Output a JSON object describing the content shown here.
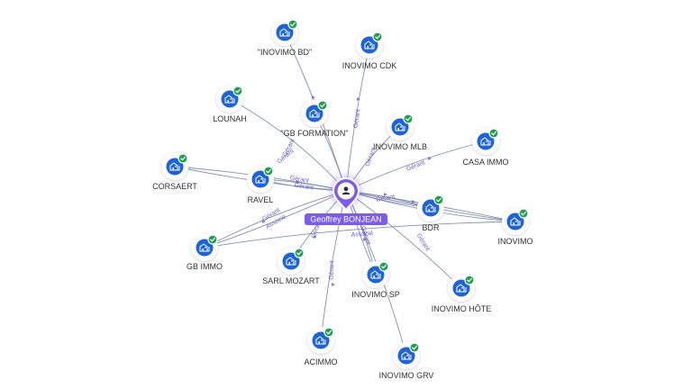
{
  "colors": {
    "edge": "#6e7fa6",
    "accent": "#7c5cf0",
    "node_blue": "#1f63d8",
    "check_green": "#1e9e52",
    "label": "#333333",
    "edge_label": "#6b5fd0"
  },
  "center": {
    "label": "Geoffrey BONJEAN",
    "icon": "person-icon"
  },
  "nodes": [
    {
      "id": "inovimo-bd",
      "label": "\"INOVIMO BD\""
    },
    {
      "id": "inovimo-cdk",
      "label": "INOVIMO CDK"
    },
    {
      "id": "lounah",
      "label": "LOUNAH"
    },
    {
      "id": "gb-formation",
      "label": "\"GB FORMATION\""
    },
    {
      "id": "inovimo-mlb",
      "label": "INOVIMO MLB"
    },
    {
      "id": "casa-immo",
      "label": "CASA IMMO"
    },
    {
      "id": "corsaert",
      "label": "CORSAERT"
    },
    {
      "id": "ravel",
      "label": "RAVEL"
    },
    {
      "id": "bdr",
      "label": "BDR"
    },
    {
      "id": "inovimo",
      "label": "INOVIMO"
    },
    {
      "id": "gb-immo",
      "label": "GB IMMO"
    },
    {
      "id": "sarl-mozart",
      "label": "SARL MOZART"
    },
    {
      "id": "inovimo-sp",
      "label": "INOVIMO SP"
    },
    {
      "id": "inovimo-hote",
      "label": "INOVIMO HÔTE"
    },
    {
      "id": "acimmo",
      "label": "ACIMMO"
    },
    {
      "id": "inovimo-grv",
      "label": "INOVIMO GRV"
    }
  ],
  "edge_labels": [
    {
      "id": "e-gb-formation",
      "text": "Gérant"
    },
    {
      "id": "e-inovimo-cdk",
      "text": "Gérant"
    },
    {
      "id": "e-lounah",
      "text": "Gérant"
    },
    {
      "id": "e-inovimo-mlb",
      "text": "Gérant"
    },
    {
      "id": "e-casa-immo",
      "text": "Gérant"
    },
    {
      "id": "e-corsaert",
      "text": "Gérant"
    },
    {
      "id": "e-ravel",
      "text": "Gérant"
    },
    {
      "id": "e-bdr",
      "text": "Gérant"
    },
    {
      "id": "e-gb-immo-1",
      "text": "Gérant"
    },
    {
      "id": "e-gb-immo-2",
      "text": "Associé"
    },
    {
      "id": "e-sarl-mozart",
      "text": "Gérant"
    },
    {
      "id": "e-inovimo-sp",
      "text": "Gérant"
    },
    {
      "id": "e-inovimo-sp-2",
      "text": "Associé"
    },
    {
      "id": "e-inovimo-hote",
      "text": "Gérant"
    },
    {
      "id": "e-acimmo",
      "text": "Gérant"
    }
  ]
}
